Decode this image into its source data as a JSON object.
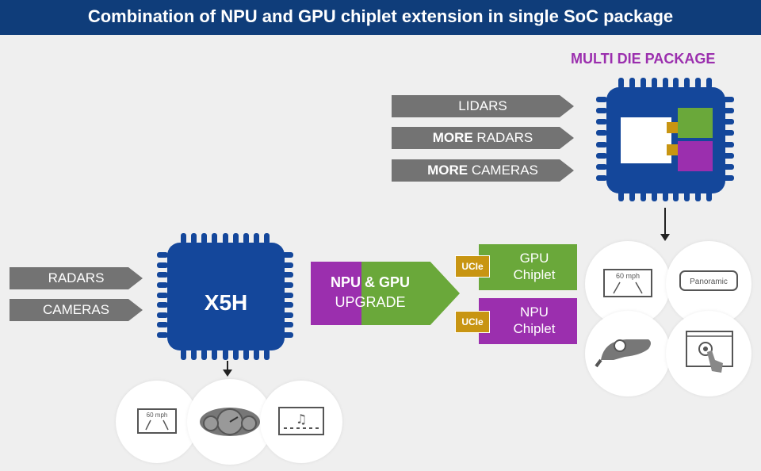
{
  "title": "Combination of NPU and GPU chiplet extension in single SoC package",
  "left_inputs": [
    {
      "text": "RADARS"
    },
    {
      "text": "CAMERAS"
    }
  ],
  "chip_label": "X5H",
  "upgrade": {
    "line1_a": "NPU",
    "line1_amp": "&",
    "line1_b": "GPU",
    "line2": "UPGRADE"
  },
  "chiplets": [
    {
      "ucie": "UCIe",
      "name_line1": "GPU",
      "name_line2": "Chiplet"
    },
    {
      "ucie": "UCIe",
      "name_line1": "NPU",
      "name_line2": "Chiplet"
    }
  ],
  "multi_die": {
    "title": "MULTI DIE PACKAGE",
    "inputs": [
      {
        "bold": "",
        "text": "LIDARS"
      },
      {
        "bold": "MORE",
        "text": " RADARS"
      },
      {
        "bold": "MORE",
        "text": " CAMERAS"
      }
    ]
  },
  "icons": {
    "speed_text": "60 mph",
    "panoramic_text": "Panoramic"
  },
  "colors": {
    "title_bg": "#0f3d7a",
    "chip": "#14479b",
    "purple": "#9b2fae",
    "green": "#6aa83a",
    "ucie": "#c89512",
    "arrow_gray": "#737373"
  }
}
